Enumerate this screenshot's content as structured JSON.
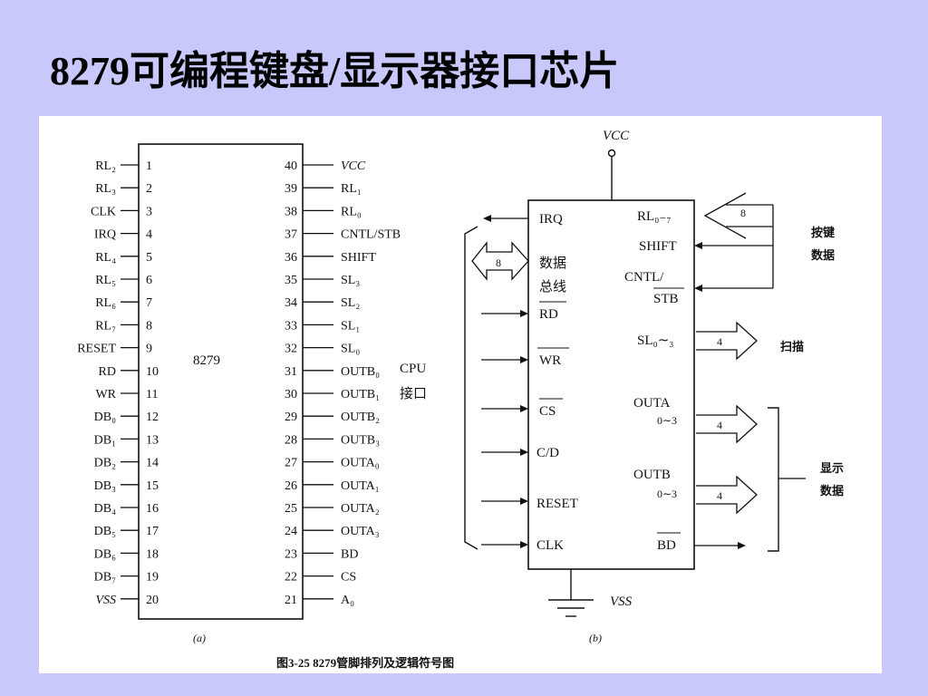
{
  "slide": {
    "title": "8279可编程键盘/显示器接口芯片"
  },
  "pinout": {
    "chip_label": "8279",
    "panel_label": "(a)",
    "left_pins": [
      {
        "num": "1",
        "name": "RL₂"
      },
      {
        "num": "2",
        "name": "RL₃"
      },
      {
        "num": "3",
        "name": "CLK"
      },
      {
        "num": "4",
        "name": "IRQ"
      },
      {
        "num": "5",
        "name": "RL₄"
      },
      {
        "num": "6",
        "name": "RL₅"
      },
      {
        "num": "7",
        "name": "RL₆"
      },
      {
        "num": "8",
        "name": "RL₇"
      },
      {
        "num": "9",
        "name": "RESET"
      },
      {
        "num": "10",
        "name": "RD"
      },
      {
        "num": "11",
        "name": "WR"
      },
      {
        "num": "12",
        "name": "DB₀"
      },
      {
        "num": "13",
        "name": "DB₁"
      },
      {
        "num": "14",
        "name": "DB₂"
      },
      {
        "num": "15",
        "name": "DB₃"
      },
      {
        "num": "16",
        "name": "DB₄"
      },
      {
        "num": "17",
        "name": "DB₅"
      },
      {
        "num": "18",
        "name": "DB₆"
      },
      {
        "num": "19",
        "name": "DB₇"
      },
      {
        "num": "20",
        "name": "VSS"
      }
    ],
    "right_pins": [
      {
        "num": "40",
        "name": "VCC"
      },
      {
        "num": "39",
        "name": "RL₁"
      },
      {
        "num": "38",
        "name": "RL₀"
      },
      {
        "num": "37",
        "name": "CNTL/STB"
      },
      {
        "num": "36",
        "name": "SHIFT"
      },
      {
        "num": "35",
        "name": "SL₃"
      },
      {
        "num": "34",
        "name": "SL₂"
      },
      {
        "num": "33",
        "name": "SL₁"
      },
      {
        "num": "32",
        "name": "SL₀"
      },
      {
        "num": "31",
        "name": "OUTB₀"
      },
      {
        "num": "30",
        "name": "OUTB₁"
      },
      {
        "num": "29",
        "name": "OUTB₂"
      },
      {
        "num": "28",
        "name": "OUTB₃"
      },
      {
        "num": "27",
        "name": "OUTA₀"
      },
      {
        "num": "26",
        "name": "OUTA₁"
      },
      {
        "num": "25",
        "name": "OUTA₂"
      },
      {
        "num": "24",
        "name": "OUTA₃"
      },
      {
        "num": "23",
        "name": "BD"
      },
      {
        "num": "22",
        "name": "CS"
      },
      {
        "num": "21",
        "name": "A₀"
      }
    ],
    "cpu_label_1": "CPU",
    "cpu_label_2": "接口"
  },
  "logic": {
    "panel_label": "(b)",
    "vcc": "VCC",
    "vss": "VSS",
    "left_labels": {
      "irq": "IRQ",
      "bus_1": "数据",
      "bus_2": "总线",
      "rd": "RD",
      "wr": "WR",
      "cs": "CS",
      "cd": "C/D",
      "reset": "RESET",
      "clk": "CLK"
    },
    "right_labels": {
      "rl": "RL₀₋₇",
      "shift": "SHIFT",
      "cntl": "CNTL/",
      "stb": "STB",
      "sl": "SL₀∼₃",
      "outa": "OUTA",
      "outa_sub": "0∼3",
      "outb": "OUTB",
      "outb_sub": "0∼3",
      "bd": "BD"
    },
    "bus_widths": {
      "databus": "8",
      "keys": "8",
      "scan": "4",
      "outa": "4",
      "outb": "4"
    },
    "side_labels": {
      "key_data_1": "按键",
      "key_data_2": "数据",
      "scan": "扫描",
      "disp_1": "显示",
      "disp_2": "数据"
    }
  },
  "caption": "图3-25  8279管脚排列及逻辑符号图"
}
